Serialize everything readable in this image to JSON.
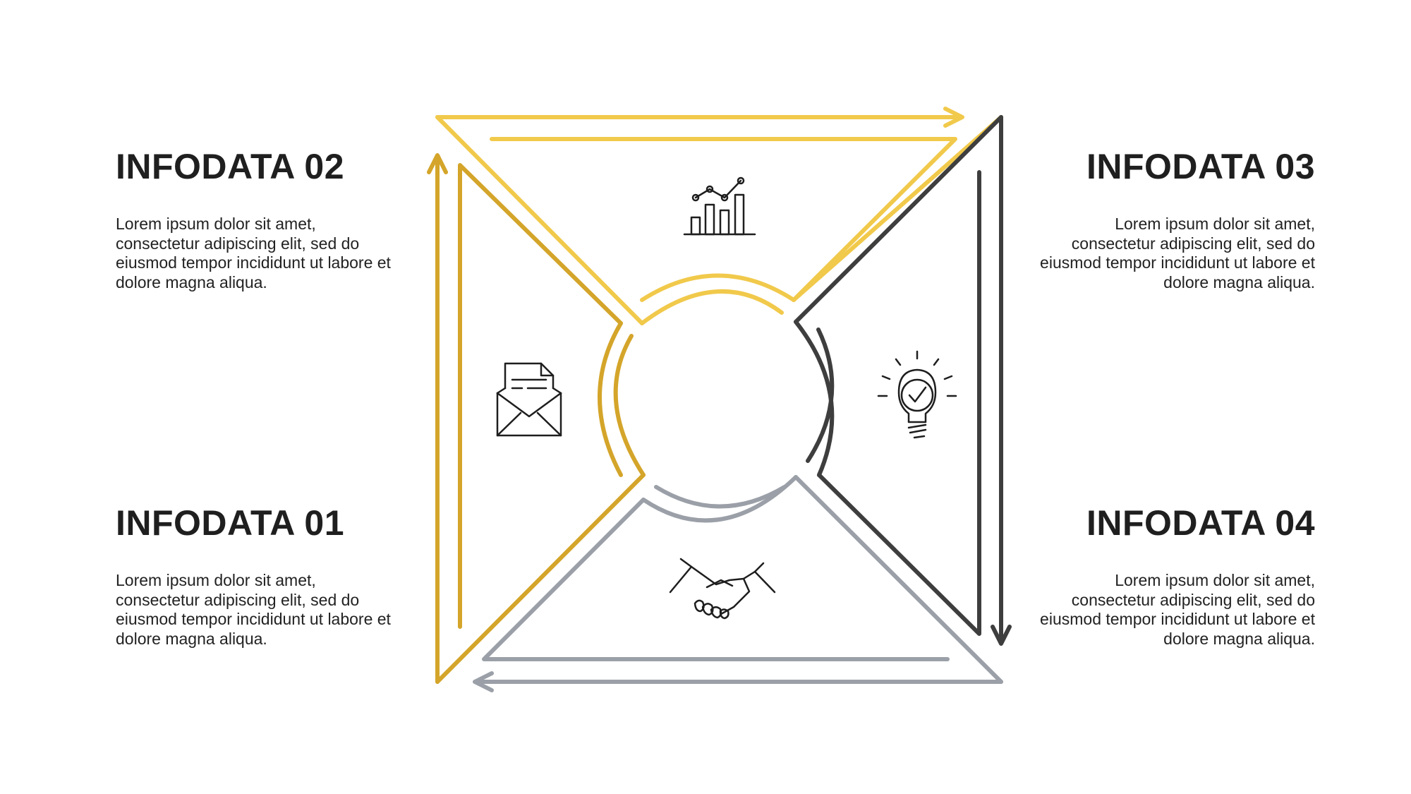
{
  "blocks": {
    "b01": {
      "title": "INFODATA 01",
      "text": "Lorem ipsum dolor sit amet, consectetur adipiscing elit, sed do eiusmod tempor incididunt ut labore et dolore magna aliqua."
    },
    "b02": {
      "title": "INFODATA 02",
      "text": "Lorem ipsum dolor sit amet, consectetur adipiscing elit, sed do eiusmod tempor incididunt ut labore et dolore magna aliqua."
    },
    "b03": {
      "title": "INFODATA 03",
      "text": "Lorem ipsum dolor sit amet, consectetur adipiscing elit, sed do eiusmod tempor incididunt ut labore et dolore magna aliqua."
    },
    "b04": {
      "title": "INFODATA 04",
      "text": "Lorem ipsum dolor sit amet, consectetur adipiscing elit, sed do eiusmod tempor incididunt ut labore et dolore magna aliqua."
    }
  },
  "colors": {
    "top": "#f1c94b",
    "left": "#d4a52a",
    "right": "#3e3e3e",
    "bottom": "#9ba0a8",
    "icon": "#1e1e1e"
  },
  "icons": {
    "top": "bar-chart-icon",
    "left": "envelope-document-icon",
    "right": "lightbulb-icon",
    "bottom": "handshake-icon"
  }
}
